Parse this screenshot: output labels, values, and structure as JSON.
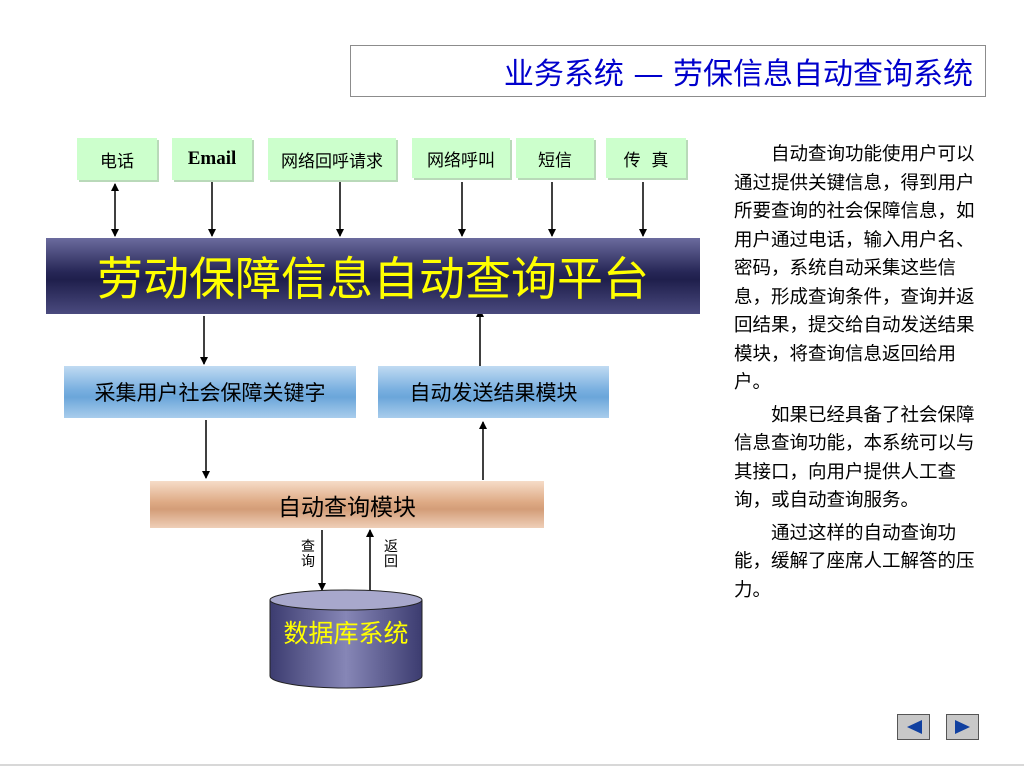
{
  "title": "业务系统 — 劳保信息自动查询系统",
  "channels": [
    "电话",
    "Email",
    "网络回呼请求",
    "网络呼叫",
    "短信",
    "传  真"
  ],
  "platform": "劳动保障信息自动查询平台",
  "collect_module": "采集用户社会保障关键字",
  "send_module": "自动发送结果模块",
  "query_module": "自动查询模块",
  "query_label": "查询",
  "return_label": "返回",
  "database": "数据库系统",
  "paragraphs": [
    "自动查询功能使用户可以通过提供关键信息，得到用户所要查询的社会保障信息，如用户通过电话，输入用户名、密码，系统自动采集这些信息，形成查询条件，查询并返回结果，提交给自动发送结果模块，将查询信息返回给用户。",
    "如果已经具备了社会保障信息查询功能，本系统可以与其接口，向用户提供人工查询，或自动查询服务。",
    "通过这样的自动查询功能，缓解了座席人工解答的压力。"
  ],
  "colors": {
    "title_text": "#0000cc",
    "channel_bg": "#ccffcc",
    "platform_text": "#ffff00",
    "platform_bg": "#262656",
    "module_bg": "#7ab0e0",
    "query_bg": "#deaa85",
    "database_bg": "#5a5a8a",
    "nav_icon": "#1040a0"
  },
  "icons": {
    "prev": "triangle-left-icon",
    "next": "triangle-right-icon"
  }
}
